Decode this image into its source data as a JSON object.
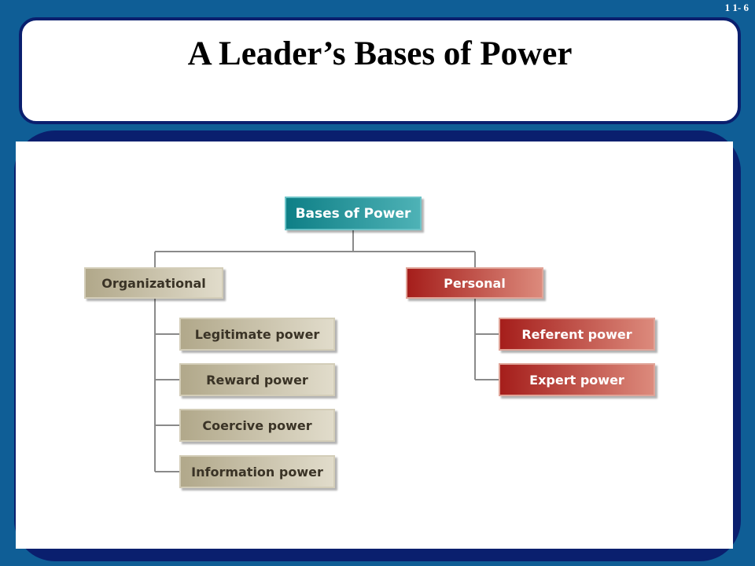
{
  "slide_number": "1 1- 6",
  "title": "A Leader’s Bases of Power",
  "chart": {
    "root": "Bases of Power",
    "organizational": {
      "label": "Organizational",
      "children": [
        "Legitimate power",
        "Reward power",
        "Coercive power",
        "Information power"
      ]
    },
    "personal": {
      "label": "Personal",
      "children": [
        "Referent power",
        "Expert power"
      ]
    }
  }
}
